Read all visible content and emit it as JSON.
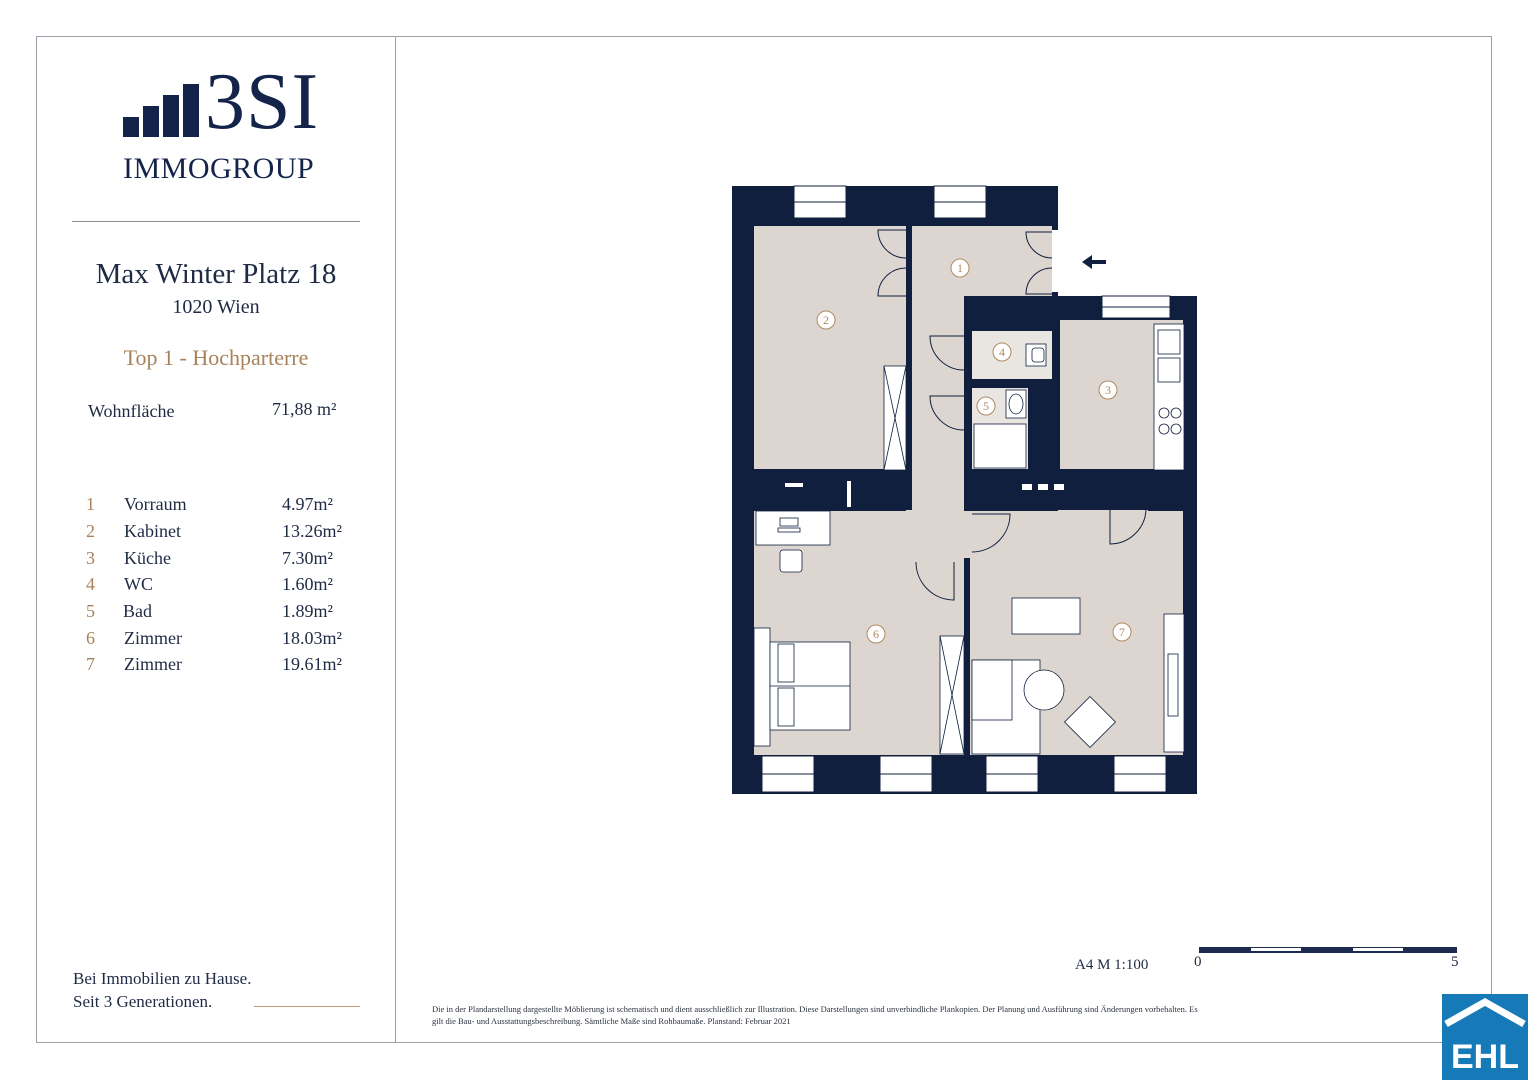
{
  "brand": {
    "logo_main": "3SI",
    "logo_sub": "IMMOGROUP",
    "color": "#14234a"
  },
  "property": {
    "address_line1": "Max Winter Platz 18",
    "address_line2": "1020 Wien",
    "unit": "Top 1 - Hochparterre",
    "living_area_label": "Wohnfläche",
    "living_area_value": "71,88 m²"
  },
  "rooms": [
    {
      "num": "1",
      "name": "Vorraum",
      "area": "4.97m²"
    },
    {
      "num": "2",
      "name": "Kabinet",
      "area": "13.26m²"
    },
    {
      "num": "3",
      "name": "Küche",
      "area": "7.30m²"
    },
    {
      "num": "4",
      "name": "WC",
      "area": "1.60m²"
    },
    {
      "num": "5",
      "name": "Bad",
      "area": "1.89m²"
    },
    {
      "num": "6",
      "name": "Zimmer",
      "area": "18.03m²"
    },
    {
      "num": "7",
      "name": "Zimmer",
      "area": "19.61m²"
    }
  ],
  "slogan": {
    "line1": "Bei Immobilien zu Hause.",
    "line2": "Seit 3 Generationen."
  },
  "plan": {
    "wall_color": "#0f1f3d",
    "floor_color": "#ddd6d0",
    "label_color": "#b08a60"
  },
  "scale": {
    "label": "A4  M 1:100",
    "start": "0",
    "end": "5"
  },
  "disclaimer": "Die in der Plandarstellung dargestellte Möblierung ist schematisch und dient ausschließlich zur Illustration. Diese Darstellungen sind unverbindliche Plankopien. Der Planung und Ausführung sind Änderungen vorbehalten. Es gilt die Bau- und Ausstattungsbeschreibung. Sämtliche Maße sind Rohbaumaße. Planstand: Februar 2021",
  "ehl_logo": {
    "text": "EHL",
    "color": "#1679b8"
  }
}
